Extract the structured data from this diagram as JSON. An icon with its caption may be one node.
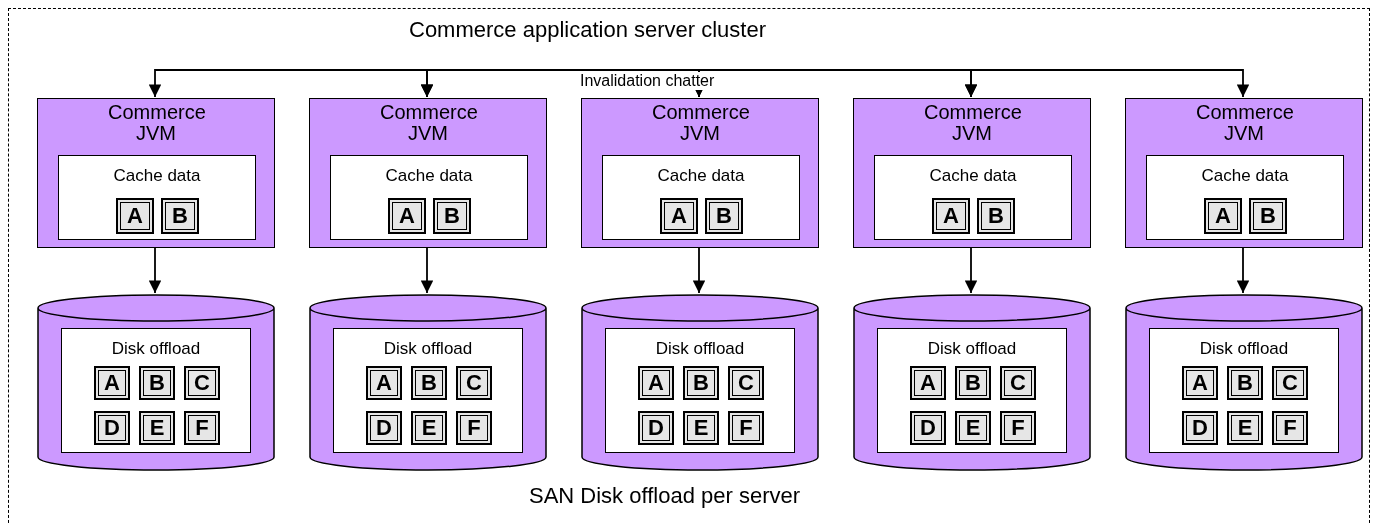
{
  "diagram": {
    "nodes": [
      {
        "text": [
          "Commerce application server cluster",
          "SAN Disk offload per server"
        ]
      },
      {
        "text": [
          "Commerce JVM"
        ],
        "in": 0
      },
      {
        "text": [
          "Cache data"
        ],
        "in": 1
      },
      {
        "text": [
          "A"
        ],
        "in": 2
      },
      {
        "text": [
          "B"
        ],
        "in": 2
      },
      {
        "text": [],
        "shape": "cylinder",
        "in": 0
      },
      {
        "text": [
          "Disk offload"
        ],
        "in": 5
      },
      {
        "text": [
          "A"
        ],
        "in": 6
      },
      {
        "text": [
          "B"
        ],
        "in": 6
      },
      {
        "text": [
          "C"
        ],
        "in": 6
      },
      {
        "text": [
          "D"
        ],
        "in": 6
      },
      {
        "text": [
          "E"
        ],
        "in": 6
      },
      {
        "text": [
          "F"
        ],
        "in": 6
      },
      {
        "text": [
          "Commerce JVM"
        ],
        "in": 0
      },
      {
        "text": [
          "Cache data"
        ],
        "in": 13
      },
      {
        "text": [
          "A"
        ],
        "in": 14
      },
      {
        "text": [
          "B"
        ],
        "in": 14
      },
      {
        "text": [],
        "shape": "cylinder",
        "in": 0
      },
      {
        "text": [
          "Disk offload"
        ],
        "in": 17
      },
      {
        "text": [
          "A"
        ],
        "in": 18
      },
      {
        "text": [
          "B"
        ],
        "in": 18
      },
      {
        "text": [
          "C"
        ],
        "in": 18
      },
      {
        "text": [
          "D"
        ],
        "in": 18
      },
      {
        "text": [
          "E"
        ],
        "in": 18
      },
      {
        "text": [
          "F"
        ],
        "in": 18
      },
      {
        "text": [
          "Commerce JVM"
        ],
        "in": 0
      },
      {
        "text": [
          "Cache data"
        ],
        "in": 25
      },
      {
        "text": [
          "A"
        ],
        "in": 26
      },
      {
        "text": [
          "B"
        ],
        "in": 26
      },
      {
        "text": [],
        "shape": "cylinder",
        "in": 0
      },
      {
        "text": [
          "Disk offload"
        ],
        "in": 29
      },
      {
        "text": [
          "A"
        ],
        "in": 30
      },
      {
        "text": [
          "B"
        ],
        "in": 30
      },
      {
        "text": [
          "C"
        ],
        "in": 30
      },
      {
        "text": [
          "D"
        ],
        "in": 30
      },
      {
        "text": [
          "E"
        ],
        "in": 30
      },
      {
        "text": [
          "F"
        ],
        "in": 30
      },
      {
        "text": [
          "Commerce JVM"
        ],
        "in": 0
      },
      {
        "text": [
          "Cache data"
        ],
        "in": 37
      },
      {
        "text": [
          "A"
        ],
        "in": 38
      },
      {
        "text": [
          "B"
        ],
        "in": 38
      },
      {
        "text": [],
        "shape": "cylinder",
        "in": 0
      },
      {
        "text": [
          "Disk offload"
        ],
        "in": 41
      },
      {
        "text": [
          "A"
        ],
        "in": 42
      },
      {
        "text": [
          "B"
        ],
        "in": 42
      },
      {
        "text": [
          "C"
        ],
        "in": 42
      },
      {
        "text": [
          "D"
        ],
        "in": 42
      },
      {
        "text": [
          "E"
        ],
        "in": 42
      },
      {
        "text": [
          "F"
        ],
        "in": 42
      },
      {
        "text": [
          "Commerce JVM"
        ],
        "in": 0
      },
      {
        "text": [
          "Cache data"
        ],
        "in": 49
      },
      {
        "text": [
          "A"
        ],
        "in": 50
      },
      {
        "text": [
          "B"
        ],
        "in": 50
      },
      {
        "text": [],
        "shape": "cylinder",
        "in": 0
      },
      {
        "text": [
          "Disk offload"
        ],
        "in": 53
      },
      {
        "text": [
          "A"
        ],
        "in": 54
      },
      {
        "text": [
          "B"
        ],
        "in": 54
      },
      {
        "text": [
          "C"
        ],
        "in": 54
      },
      {
        "text": [
          "D"
        ],
        "in": 54
      },
      {
        "text": [
          "E"
        ],
        "in": 54
      },
      {
        "text": [
          "F"
        ],
        "in": 54
      }
    ],
    "edges": [
      {
        "from": 1,
        "to": 5,
        "arrow": "to"
      },
      {
        "from": 13,
        "to": 17,
        "arrow": "to"
      },
      {
        "from": 25,
        "to": 29,
        "arrow": "to"
      },
      {
        "from": 37,
        "to": 41,
        "arrow": "to"
      },
      {
        "from": 49,
        "to": 53,
        "arrow": "to"
      },
      {
        "from": 1,
        "to": 13,
        "arrow": "both"
      },
      {
        "from": 13,
        "to": 25,
        "arrow": "both"
      },
      {
        "from": 25,
        "to": 37,
        "arrow": "both"
      },
      {
        "from": 37,
        "to": 49,
        "arrow": "both"
      }
    ],
    "labels": [
      "Invalidation chatter"
    ]
  }
}
